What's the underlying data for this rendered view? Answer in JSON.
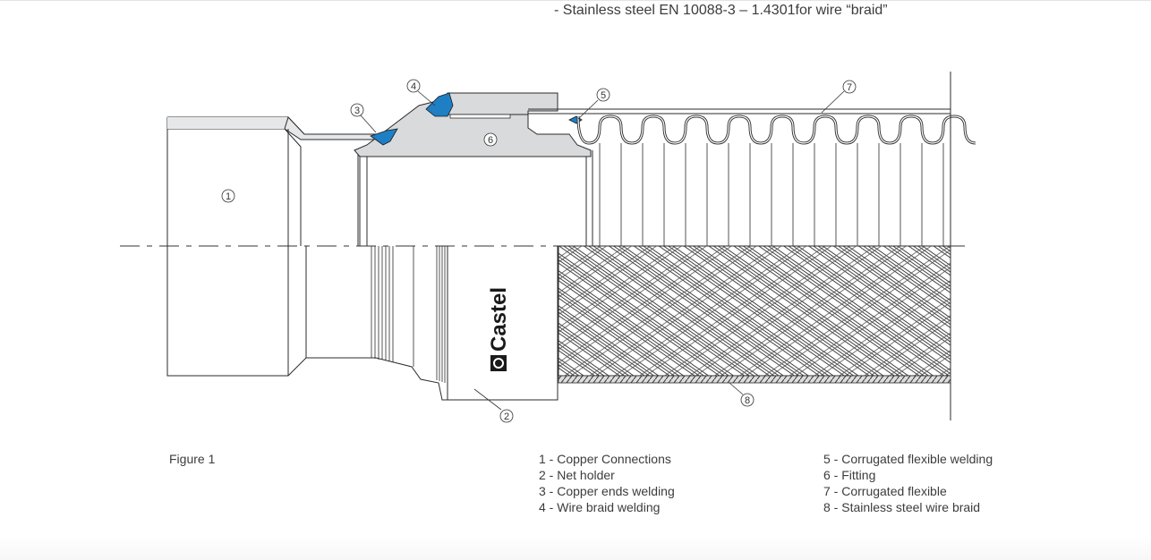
{
  "header_text": "- Stainless steel EN 10088-3 – 1.4301for wire “braid”",
  "figure_label": "Figure 1",
  "brand_logo_text": "Castel",
  "callouts": [
    "1",
    "2",
    "3",
    "4",
    "5",
    "6",
    "7",
    "8"
  ],
  "legend_left": [
    "1 - Copper Connections",
    "2 - Net holder",
    "3 - Copper ends welding",
    "4 - Wire braid welding"
  ],
  "legend_right": [
    "5 - Corrugated flexible welding",
    "6 - Fitting",
    "7 - Corrugated flexible",
    "8 - Stainless steel wire braid"
  ],
  "colors": {
    "weld_blue": "#1f7fc4",
    "fitting_gray": "#d9dadc",
    "line": "#2b2b2b",
    "braid_dark": "#3a3a3a"
  }
}
